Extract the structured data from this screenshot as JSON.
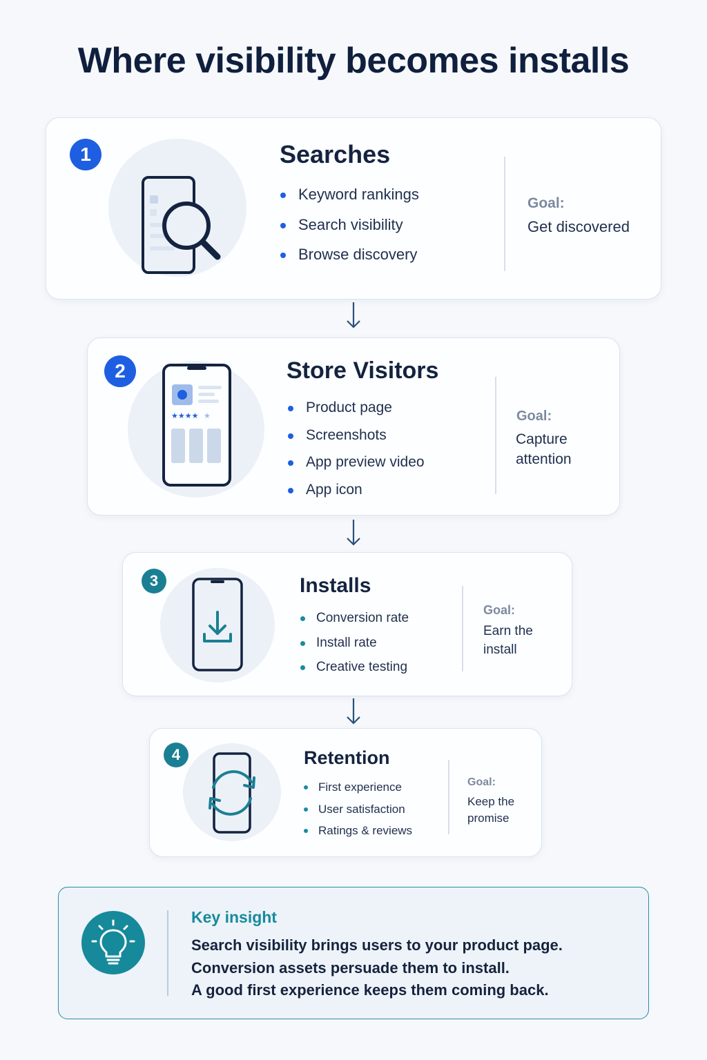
{
  "title": "Where visibility becomes installs",
  "stages": [
    {
      "number": "1",
      "title": "Searches",
      "items": [
        "Keyword rankings",
        "Search visibility",
        "Browse discovery"
      ],
      "goal_label": "Goal:",
      "goal_lines": [
        "Get discovered"
      ],
      "icon": "phone-search-icon"
    },
    {
      "number": "2",
      "title": "Store Visitors",
      "items": [
        "Product page",
        "Screenshots",
        "App preview video",
        "App icon"
      ],
      "goal_label": "Goal:",
      "goal_lines": [
        "Capture",
        "attention"
      ],
      "icon": "phone-store-page-icon"
    },
    {
      "number": "3",
      "title": "Installs",
      "items": [
        "Conversion rate",
        "Install rate",
        "Creative testing"
      ],
      "goal_label": "Goal:",
      "goal_lines": [
        "Earn the",
        "install"
      ],
      "icon": "phone-download-icon"
    },
    {
      "number": "4",
      "title": "Retention",
      "items": [
        "First experience",
        "User satisfaction",
        "Ratings & reviews"
      ],
      "goal_label": "Goal:",
      "goal_lines": [
        "Keep the",
        "promise"
      ],
      "icon": "phone-refresh-icon"
    }
  ],
  "insight": {
    "label": "Key insight",
    "lines": [
      "Search visibility brings users to your product page.",
      "Conversion assets persuade them to install.",
      "A good first experience keeps them coming back."
    ],
    "icon": "lightbulb-icon"
  },
  "colors": {
    "blue": "#1d5fe0",
    "teal": "#1b7f93",
    "navy": "#14233f"
  }
}
